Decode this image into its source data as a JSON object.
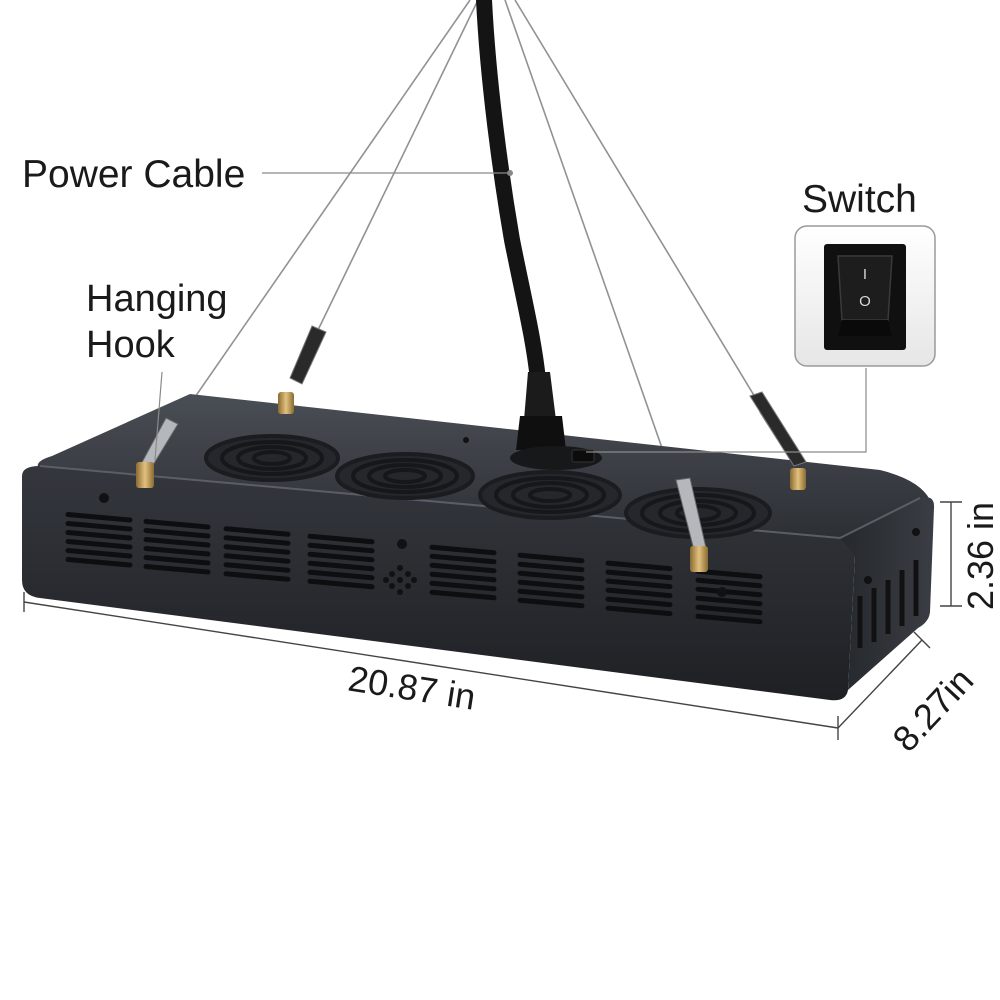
{
  "labels": {
    "power_cable": "Power Cable",
    "hanging_hook_line1": "Hanging",
    "hanging_hook_line2": "Hook",
    "switch": "Switch"
  },
  "dimensions": {
    "length": "20.87 in",
    "height": "2.36 in",
    "depth": "8.27in"
  },
  "switch_marks": {
    "on": "I",
    "off": "O"
  },
  "colors": {
    "housing": "#2b2e33",
    "housing_top": "#3a3d43",
    "cable": "#141414",
    "hook": "#c8a15a",
    "background": "#ffffff"
  }
}
